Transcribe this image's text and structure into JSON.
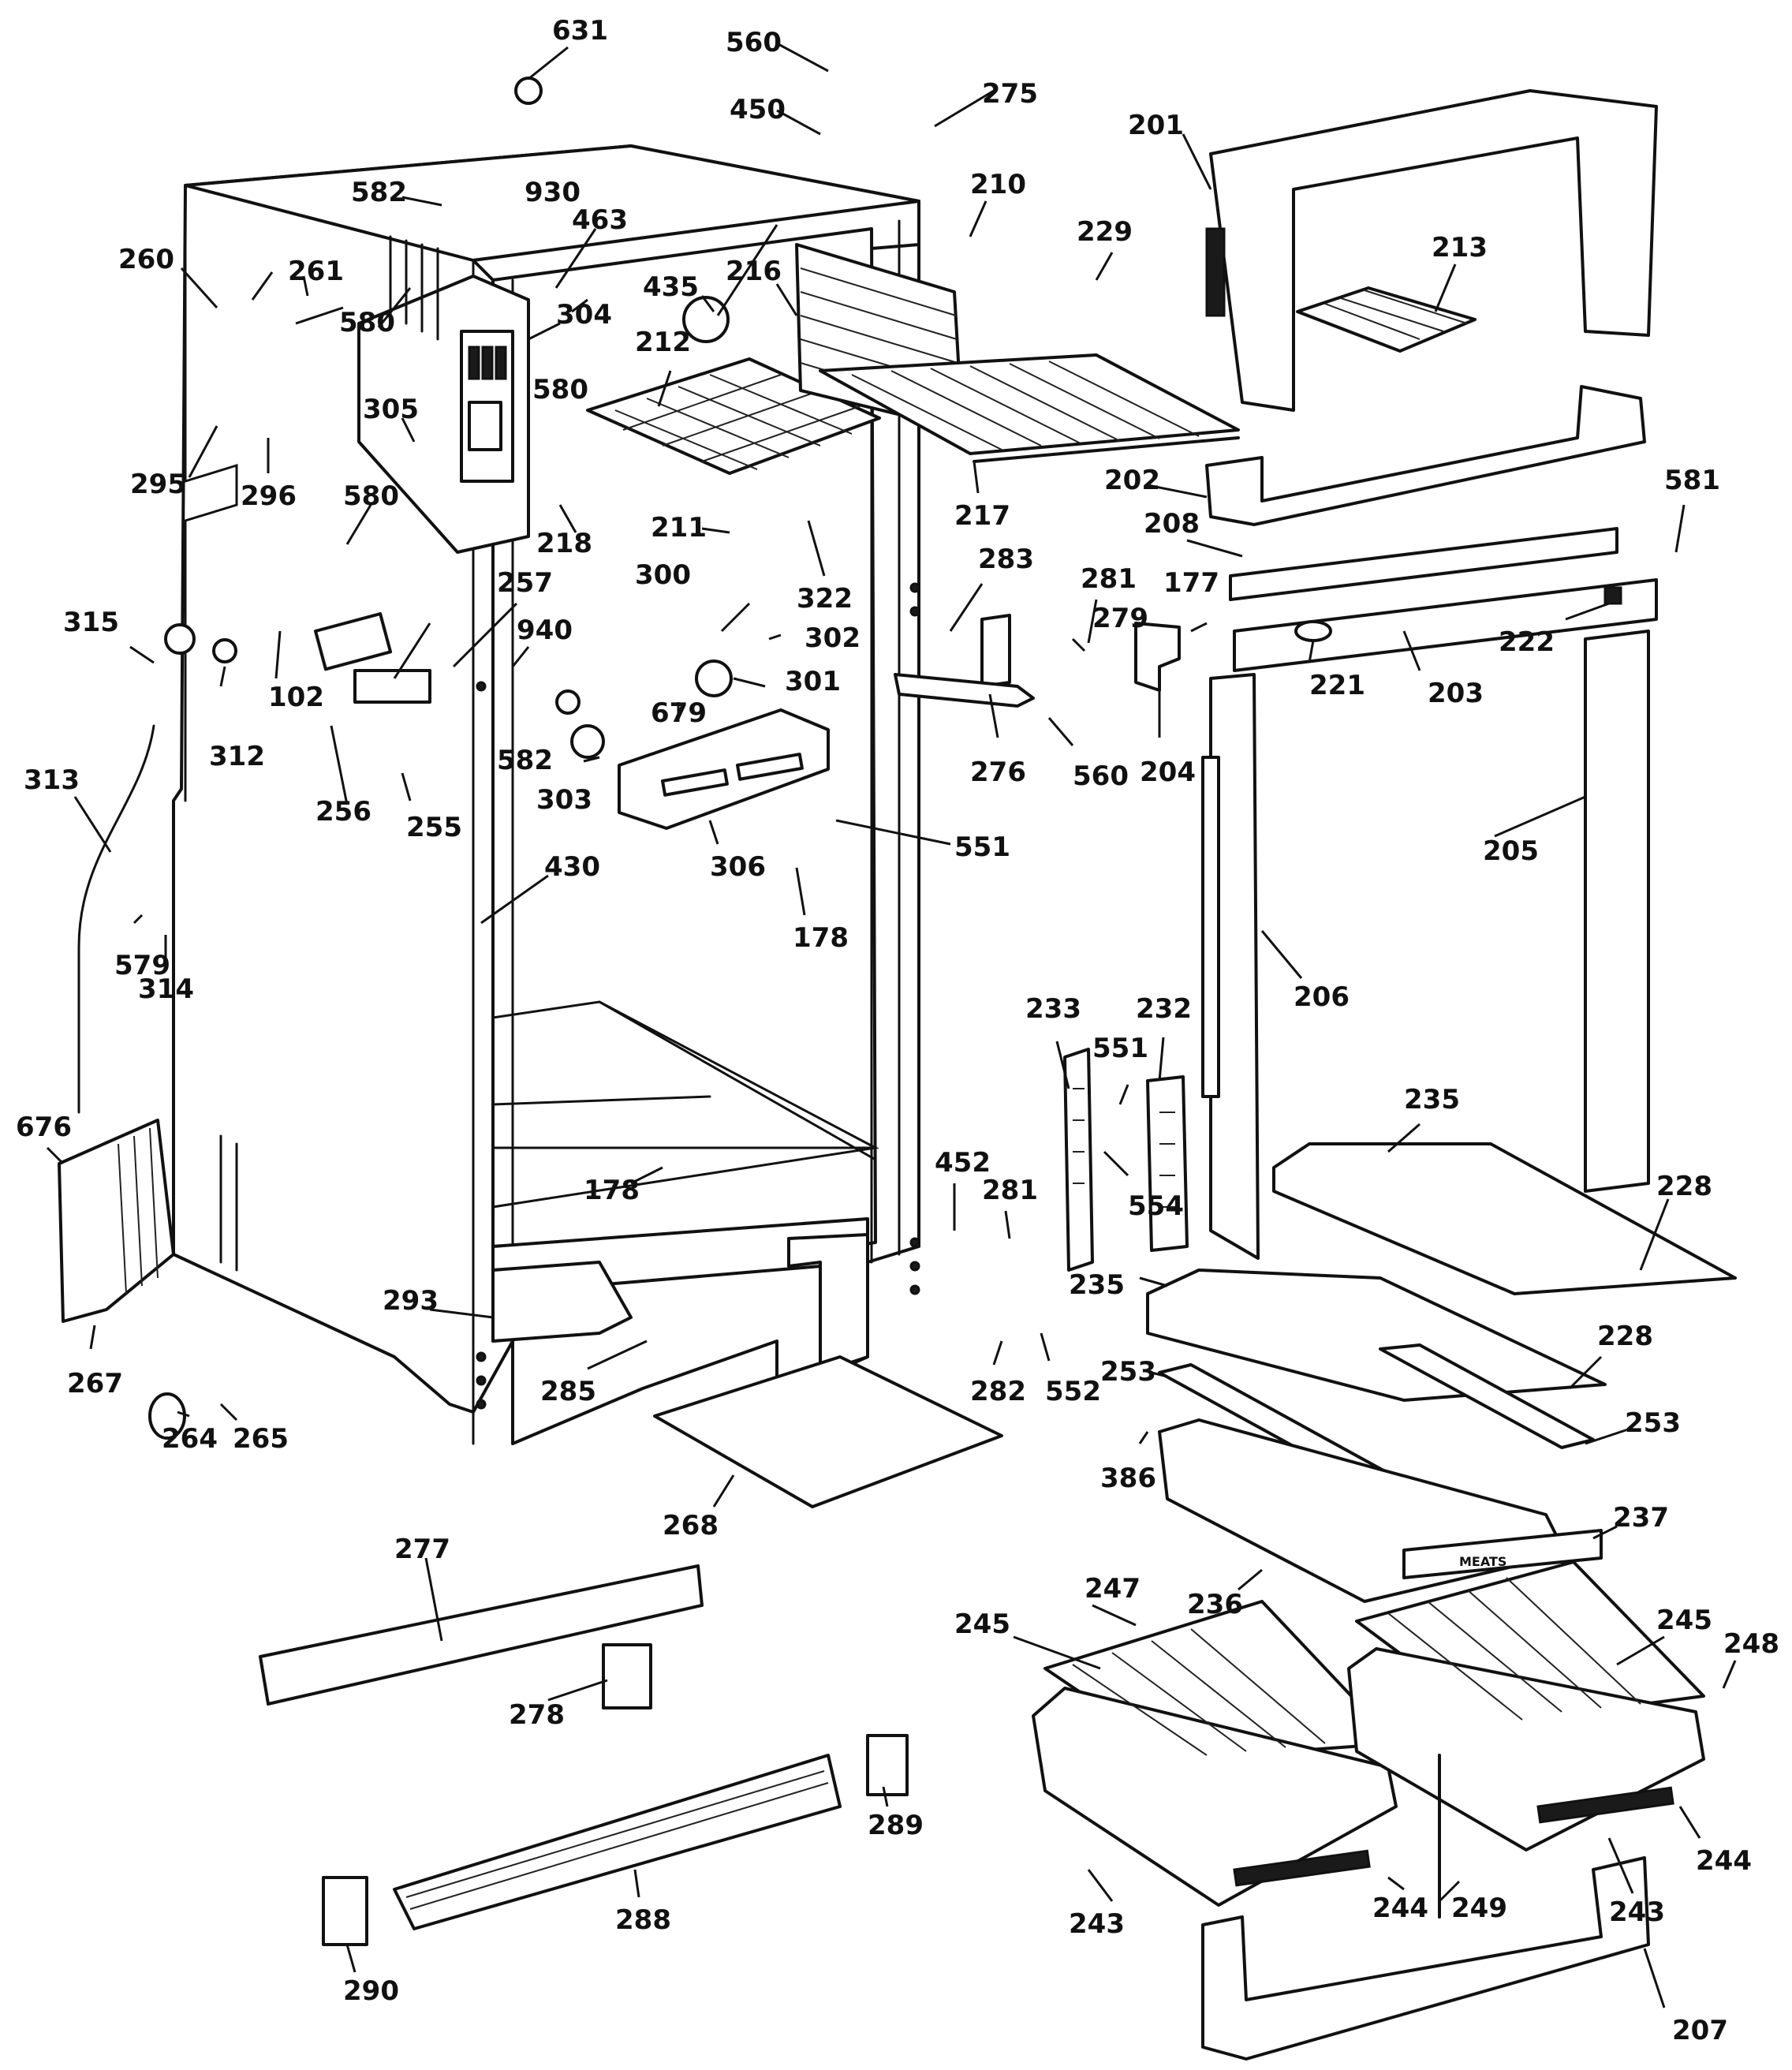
{
  "diagram": {
    "line_color": "#111111",
    "background": "#ffffff",
    "parts": [
      {
        "ref": "631"
      },
      {
        "ref": "560"
      },
      {
        "ref": "450"
      },
      {
        "ref": "275"
      },
      {
        "ref": "582"
      },
      {
        "ref": "930"
      },
      {
        "ref": "463"
      },
      {
        "ref": "260"
      },
      {
        "ref": "261"
      },
      {
        "ref": "580"
      },
      {
        "ref": "304"
      },
      {
        "ref": "435"
      },
      {
        "ref": "216"
      },
      {
        "ref": "210"
      },
      {
        "ref": "229"
      },
      {
        "ref": "201"
      },
      {
        "ref": "213"
      },
      {
        "ref": "212"
      },
      {
        "ref": "305"
      },
      {
        "ref": "295"
      },
      {
        "ref": "296"
      },
      {
        "ref": "217"
      },
      {
        "ref": "202"
      },
      {
        "ref": "581"
      },
      {
        "ref": "218"
      },
      {
        "ref": "211"
      },
      {
        "ref": "208"
      },
      {
        "ref": "283"
      },
      {
        "ref": "322"
      },
      {
        "ref": "300"
      },
      {
        "ref": "281"
      },
      {
        "ref": "279"
      },
      {
        "ref": "177"
      },
      {
        "ref": "222"
      },
      {
        "ref": "257"
      },
      {
        "ref": "315"
      },
      {
        "ref": "302"
      },
      {
        "ref": "940"
      },
      {
        "ref": "203"
      },
      {
        "ref": "221"
      },
      {
        "ref": "301"
      },
      {
        "ref": "102"
      },
      {
        "ref": "312"
      },
      {
        "ref": "679"
      },
      {
        "ref": "276"
      },
      {
        "ref": "204"
      },
      {
        "ref": "560"
      },
      {
        "ref": "313"
      },
      {
        "ref": "256"
      },
      {
        "ref": "255"
      },
      {
        "ref": "303"
      },
      {
        "ref": "205"
      },
      {
        "ref": "306"
      },
      {
        "ref": "551"
      },
      {
        "ref": "430"
      },
      {
        "ref": "178"
      },
      {
        "ref": "579"
      },
      {
        "ref": "314"
      },
      {
        "ref": "206"
      },
      {
        "ref": "233"
      },
      {
        "ref": "232"
      },
      {
        "ref": "235"
      },
      {
        "ref": "676"
      },
      {
        "ref": "554"
      },
      {
        "ref": "452"
      },
      {
        "ref": "228"
      },
      {
        "ref": "293"
      },
      {
        "ref": "267"
      },
      {
        "ref": "285"
      },
      {
        "ref": "282"
      },
      {
        "ref": "552"
      },
      {
        "ref": "253"
      },
      {
        "ref": "264"
      },
      {
        "ref": "265"
      },
      {
        "ref": "386"
      },
      {
        "ref": "237"
      },
      {
        "ref": "268"
      },
      {
        "ref": "277"
      },
      {
        "ref": "236"
      },
      {
        "ref": "247"
      },
      {
        "ref": "245"
      },
      {
        "ref": "248"
      },
      {
        "ref": "278"
      },
      {
        "ref": "289"
      },
      {
        "ref": "244"
      },
      {
        "ref": "243"
      },
      {
        "ref": "249"
      },
      {
        "ref": "288"
      },
      {
        "ref": "290"
      },
      {
        "ref": "207"
      }
    ],
    "drawer_label": "MEATS"
  },
  "callouts": [
    {
      "text": "631"
    },
    {
      "text": "560"
    },
    {
      "text": "450"
    },
    {
      "text": "275"
    },
    {
      "text": "582"
    },
    {
      "text": "930"
    },
    {
      "text": "463"
    },
    {
      "text": "260"
    },
    {
      "text": "261"
    },
    {
      "text": "580"
    },
    {
      "text": "304"
    },
    {
      "text": "435"
    },
    {
      "text": "216"
    },
    {
      "text": "210"
    },
    {
      "text": "229"
    },
    {
      "text": "201"
    },
    {
      "text": "213"
    },
    {
      "text": "212"
    },
    {
      "text": "580"
    },
    {
      "text": "305"
    },
    {
      "text": "295"
    },
    {
      "text": "296"
    },
    {
      "text": "217"
    },
    {
      "text": "202"
    },
    {
      "text": "581"
    },
    {
      "text": "580"
    },
    {
      "text": "218"
    },
    {
      "text": "211"
    },
    {
      "text": "208"
    },
    {
      "text": "283"
    },
    {
      "text": "322"
    },
    {
      "text": "300"
    },
    {
      "text": "281"
    },
    {
      "text": "279"
    },
    {
      "text": "177"
    },
    {
      "text": "222"
    },
    {
      "text": "257"
    },
    {
      "text": "315"
    },
    {
      "text": "302"
    },
    {
      "text": "940"
    },
    {
      "text": "203"
    },
    {
      "text": "221"
    },
    {
      "text": "301"
    },
    {
      "text": "102"
    },
    {
      "text": "312"
    },
    {
      "text": "679"
    },
    {
      "text": "276"
    },
    {
      "text": "204"
    },
    {
      "text": "560"
    },
    {
      "text": "582"
    },
    {
      "text": "313"
    },
    {
      "text": "256"
    },
    {
      "text": "255"
    },
    {
      "text": "303"
    },
    {
      "text": "205"
    },
    {
      "text": "306"
    },
    {
      "text": "551"
    },
    {
      "text": "430"
    },
    {
      "text": "178"
    },
    {
      "text": "579"
    },
    {
      "text": "314"
    },
    {
      "text": "206"
    },
    {
      "text": "233"
    },
    {
      "text": "232"
    },
    {
      "text": "551"
    },
    {
      "text": "235"
    },
    {
      "text": "676"
    },
    {
      "text": "554"
    },
    {
      "text": "178"
    },
    {
      "text": "452"
    },
    {
      "text": "281"
    },
    {
      "text": "228"
    },
    {
      "text": "235"
    },
    {
      "text": "293"
    },
    {
      "text": "228"
    },
    {
      "text": "267"
    },
    {
      "text": "285"
    },
    {
      "text": "282"
    },
    {
      "text": "552"
    },
    {
      "text": "253"
    },
    {
      "text": "253"
    },
    {
      "text": "264"
    },
    {
      "text": "265"
    },
    {
      "text": "386"
    },
    {
      "text": "268"
    },
    {
      "text": "237"
    },
    {
      "text": "277"
    },
    {
      "text": "236"
    },
    {
      "text": "247"
    },
    {
      "text": "245"
    },
    {
      "text": "245"
    },
    {
      "text": "248"
    },
    {
      "text": "278"
    },
    {
      "text": "289"
    },
    {
      "text": "244"
    },
    {
      "text": "244"
    },
    {
      "text": "243"
    },
    {
      "text": "249"
    },
    {
      "text": "243"
    },
    {
      "text": "288"
    },
    {
      "text": "290"
    },
    {
      "text": "207"
    }
  ]
}
